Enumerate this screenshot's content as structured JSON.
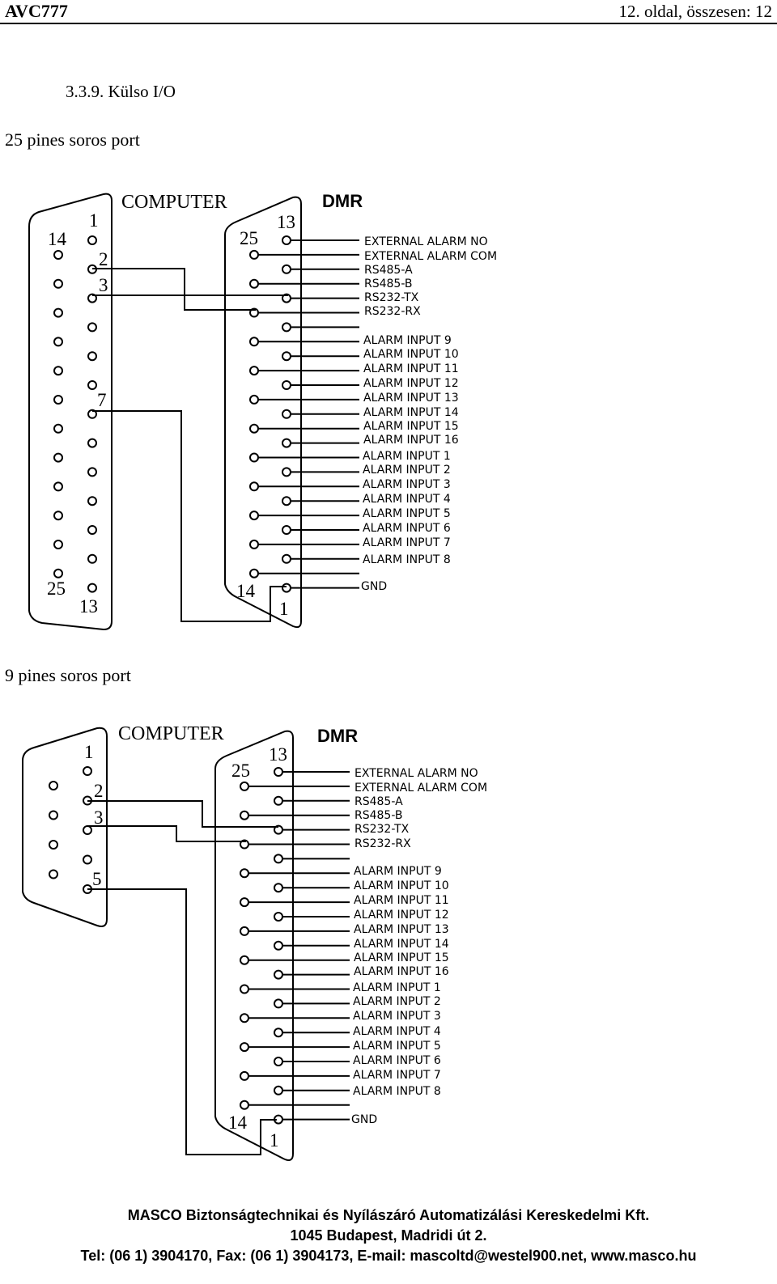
{
  "header": {
    "title": "AVC777",
    "page": "12. oldal, összesen: 12"
  },
  "section_title": "3.3.9.  Külso I/O",
  "diagram25": {
    "subtitle": "25 pines soros port",
    "computer_label": "COMPUTER",
    "dmr_label": "DMR",
    "computer_pins": [
      "1",
      "14",
      "2",
      "3",
      "7",
      "25",
      "13"
    ],
    "dmr_pins": [
      "13",
      "25",
      "14",
      "1"
    ],
    "signals": [
      "EXTERNAL ALARM NO",
      "EXTERNAL ALARM COM",
      "RS485-A",
      "RS485-B",
      "RS232-TX",
      "RS232-RX",
      "ALARM INPUT 9",
      "ALARM INPUT 10",
      "ALARM INPUT 11",
      "ALARM INPUT 12",
      "ALARM INPUT 13",
      "ALARM INPUT 14",
      "ALARM INPUT 15",
      "ALARM INPUT 16",
      "ALARM INPUT 1",
      "ALARM INPUT 2",
      "ALARM INPUT 3",
      "ALARM INPUT 4",
      "ALARM INPUT 5",
      "ALARM INPUT 6",
      "ALARM INPUT 7",
      "ALARM INPUT 8",
      "GND"
    ]
  },
  "diagram9": {
    "subtitle": "9 pines soros port",
    "computer_label": "COMPUTER",
    "dmr_label": "DMR",
    "computer_pins": [
      "1",
      "2",
      "3",
      "5"
    ],
    "dmr_pins": [
      "13",
      "25",
      "14",
      "1"
    ],
    "signals": [
      "EXTERNAL ALARM NO",
      "EXTERNAL ALARM COM",
      "RS485-A",
      "RS485-B",
      "RS232-TX",
      "RS232-RX",
      "ALARM INPUT 9",
      "ALARM INPUT 10",
      "ALARM INPUT 11",
      "ALARM INPUT 12",
      "ALARM INPUT 13",
      "ALARM INPUT 14",
      "ALARM INPUT 15",
      "ALARM INPUT 16",
      "ALARM INPUT 1",
      "ALARM INPUT 2",
      "ALARM INPUT 3",
      "ALARM INPUT 4",
      "ALARM INPUT 5",
      "ALARM INPUT 6",
      "ALARM INPUT 7",
      "ALARM INPUT 8",
      "GND"
    ]
  },
  "footer": {
    "line1": "MASCO Biztonságtechnikai és Nyílászáró Automatizálási Kereskedelmi Kft.",
    "line2": "1045 Budapest, Madridi út 2.",
    "line3": "Tel: (06 1) 3904170, Fax: (06 1) 3904173, E-mail: mascoltd@westel900.net, www.masco.hu"
  }
}
